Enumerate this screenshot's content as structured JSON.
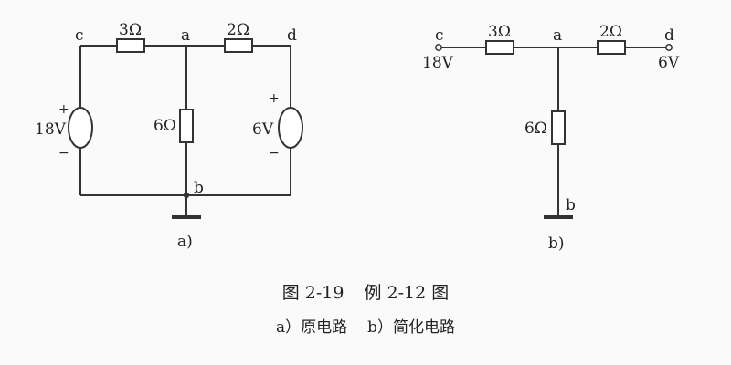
{
  "figure_a": {
    "node_c": "c",
    "node_a": "a",
    "node_d": "d",
    "node_b": "b",
    "r_ca": "3Ω",
    "r_ad": "2Ω",
    "r_ab": "6Ω",
    "source_left": "18V",
    "source_right": "6V",
    "plus": "+",
    "minus": "−",
    "sublabel": "a)"
  },
  "figure_b": {
    "node_c": "c",
    "node_a": "a",
    "node_d": "d",
    "node_b": "b",
    "r_ca": "3Ω",
    "r_ad": "2Ω",
    "r_ab": "6Ω",
    "volt_c": "18V",
    "volt_d": "6V",
    "sublabel": "b)"
  },
  "caption": {
    "figure_number": "图 2-19",
    "example_ref": "例 2-12 图",
    "sub_a": "a）原电路",
    "sub_b": "b）简化电路"
  }
}
